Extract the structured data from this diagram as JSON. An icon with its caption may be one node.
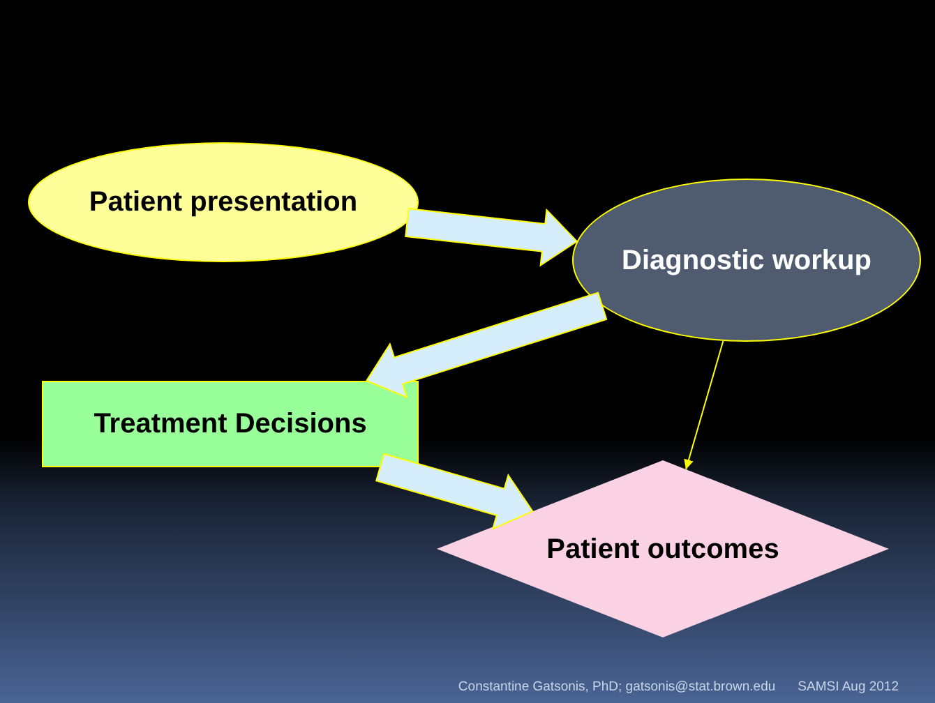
{
  "diagram": {
    "nodes": [
      {
        "text": [
          "Patient presentation"
        ]
      },
      {
        "text": [
          "Diagnostic workup"
        ]
      },
      {
        "text": [
          "Treatment Decisions"
        ]
      },
      {
        "text": [
          "Patient outcomes"
        ]
      }
    ],
    "edges": [
      {
        "from": 0,
        "to": 1,
        "arrow": "to",
        "style": "thick"
      },
      {
        "from": 1,
        "to": 2,
        "arrow": "to",
        "style": "thick"
      },
      {
        "from": 2,
        "to": 3,
        "arrow": "to",
        "style": "thick"
      },
      {
        "from": 1,
        "to": 3,
        "arrow": "to",
        "color": "#ffff00"
      }
    ],
    "labels": [
      "Constantine Gatsonis, PhD; gatsonis@stat.brown.edu",
      "SAMSI Aug 2012"
    ]
  }
}
